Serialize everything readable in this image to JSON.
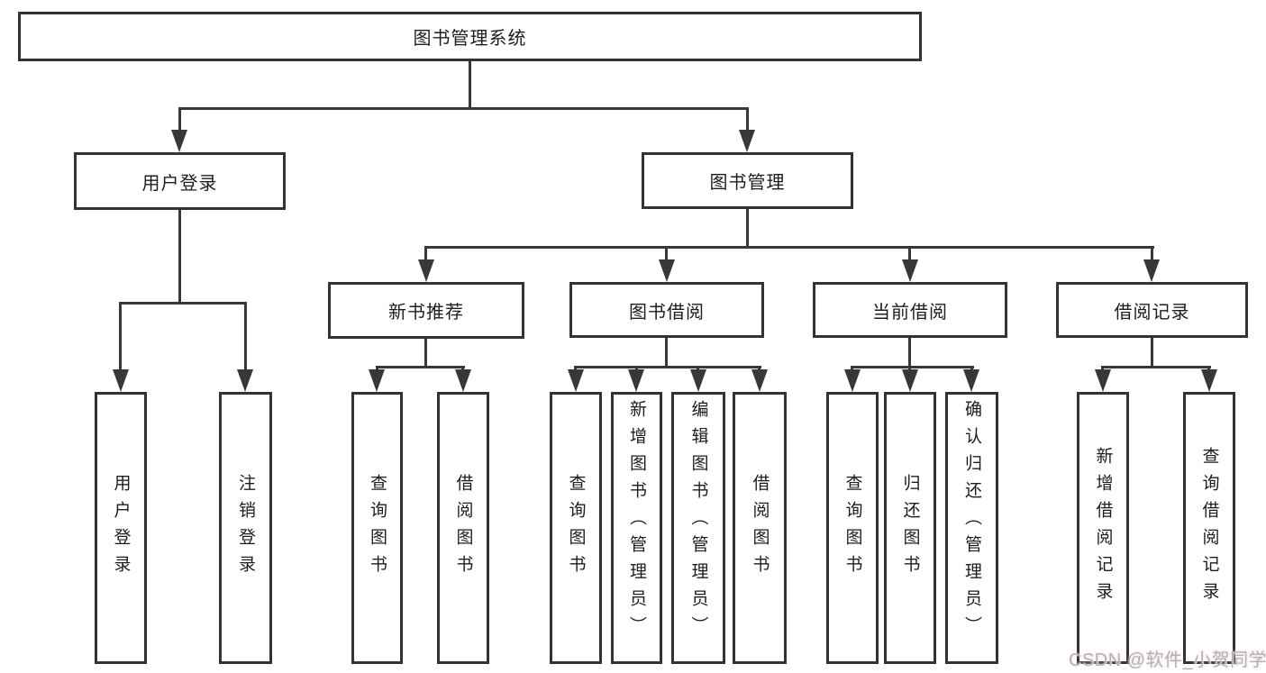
{
  "tree": {
    "label": "图书管理系统",
    "children": [
      {
        "label": "用户登录",
        "children": [
          {
            "label": "用户登录"
          },
          {
            "label": "注销登录"
          }
        ]
      },
      {
        "label": "图书管理",
        "children": [
          {
            "label": "新书推荐",
            "children": [
              {
                "label": "查询图书"
              },
              {
                "label": "借阅图书"
              }
            ]
          },
          {
            "label": "图书借阅",
            "children": [
              {
                "label": "查询图书"
              },
              {
                "label": "新增图书（管理员）"
              },
              {
                "label": "编辑图书（管理员）"
              },
              {
                "label": "借阅图书"
              }
            ]
          },
          {
            "label": "当前借阅",
            "children": [
              {
                "label": "查询图书"
              },
              {
                "label": "归还图书"
              },
              {
                "label": "确认归还（管理员）"
              }
            ]
          },
          {
            "label": "借阅记录",
            "children": [
              {
                "label": "新增借阅记录"
              },
              {
                "label": "查询借阅记录"
              }
            ]
          }
        ]
      }
    ]
  },
  "watermark": "CSDN @软件_小贺同学",
  "colors": {
    "box_border": "#333333",
    "connector": "#383838",
    "text": "#1d1d1f",
    "watermark": "#b3b0b3",
    "background": "#ffffff"
  }
}
